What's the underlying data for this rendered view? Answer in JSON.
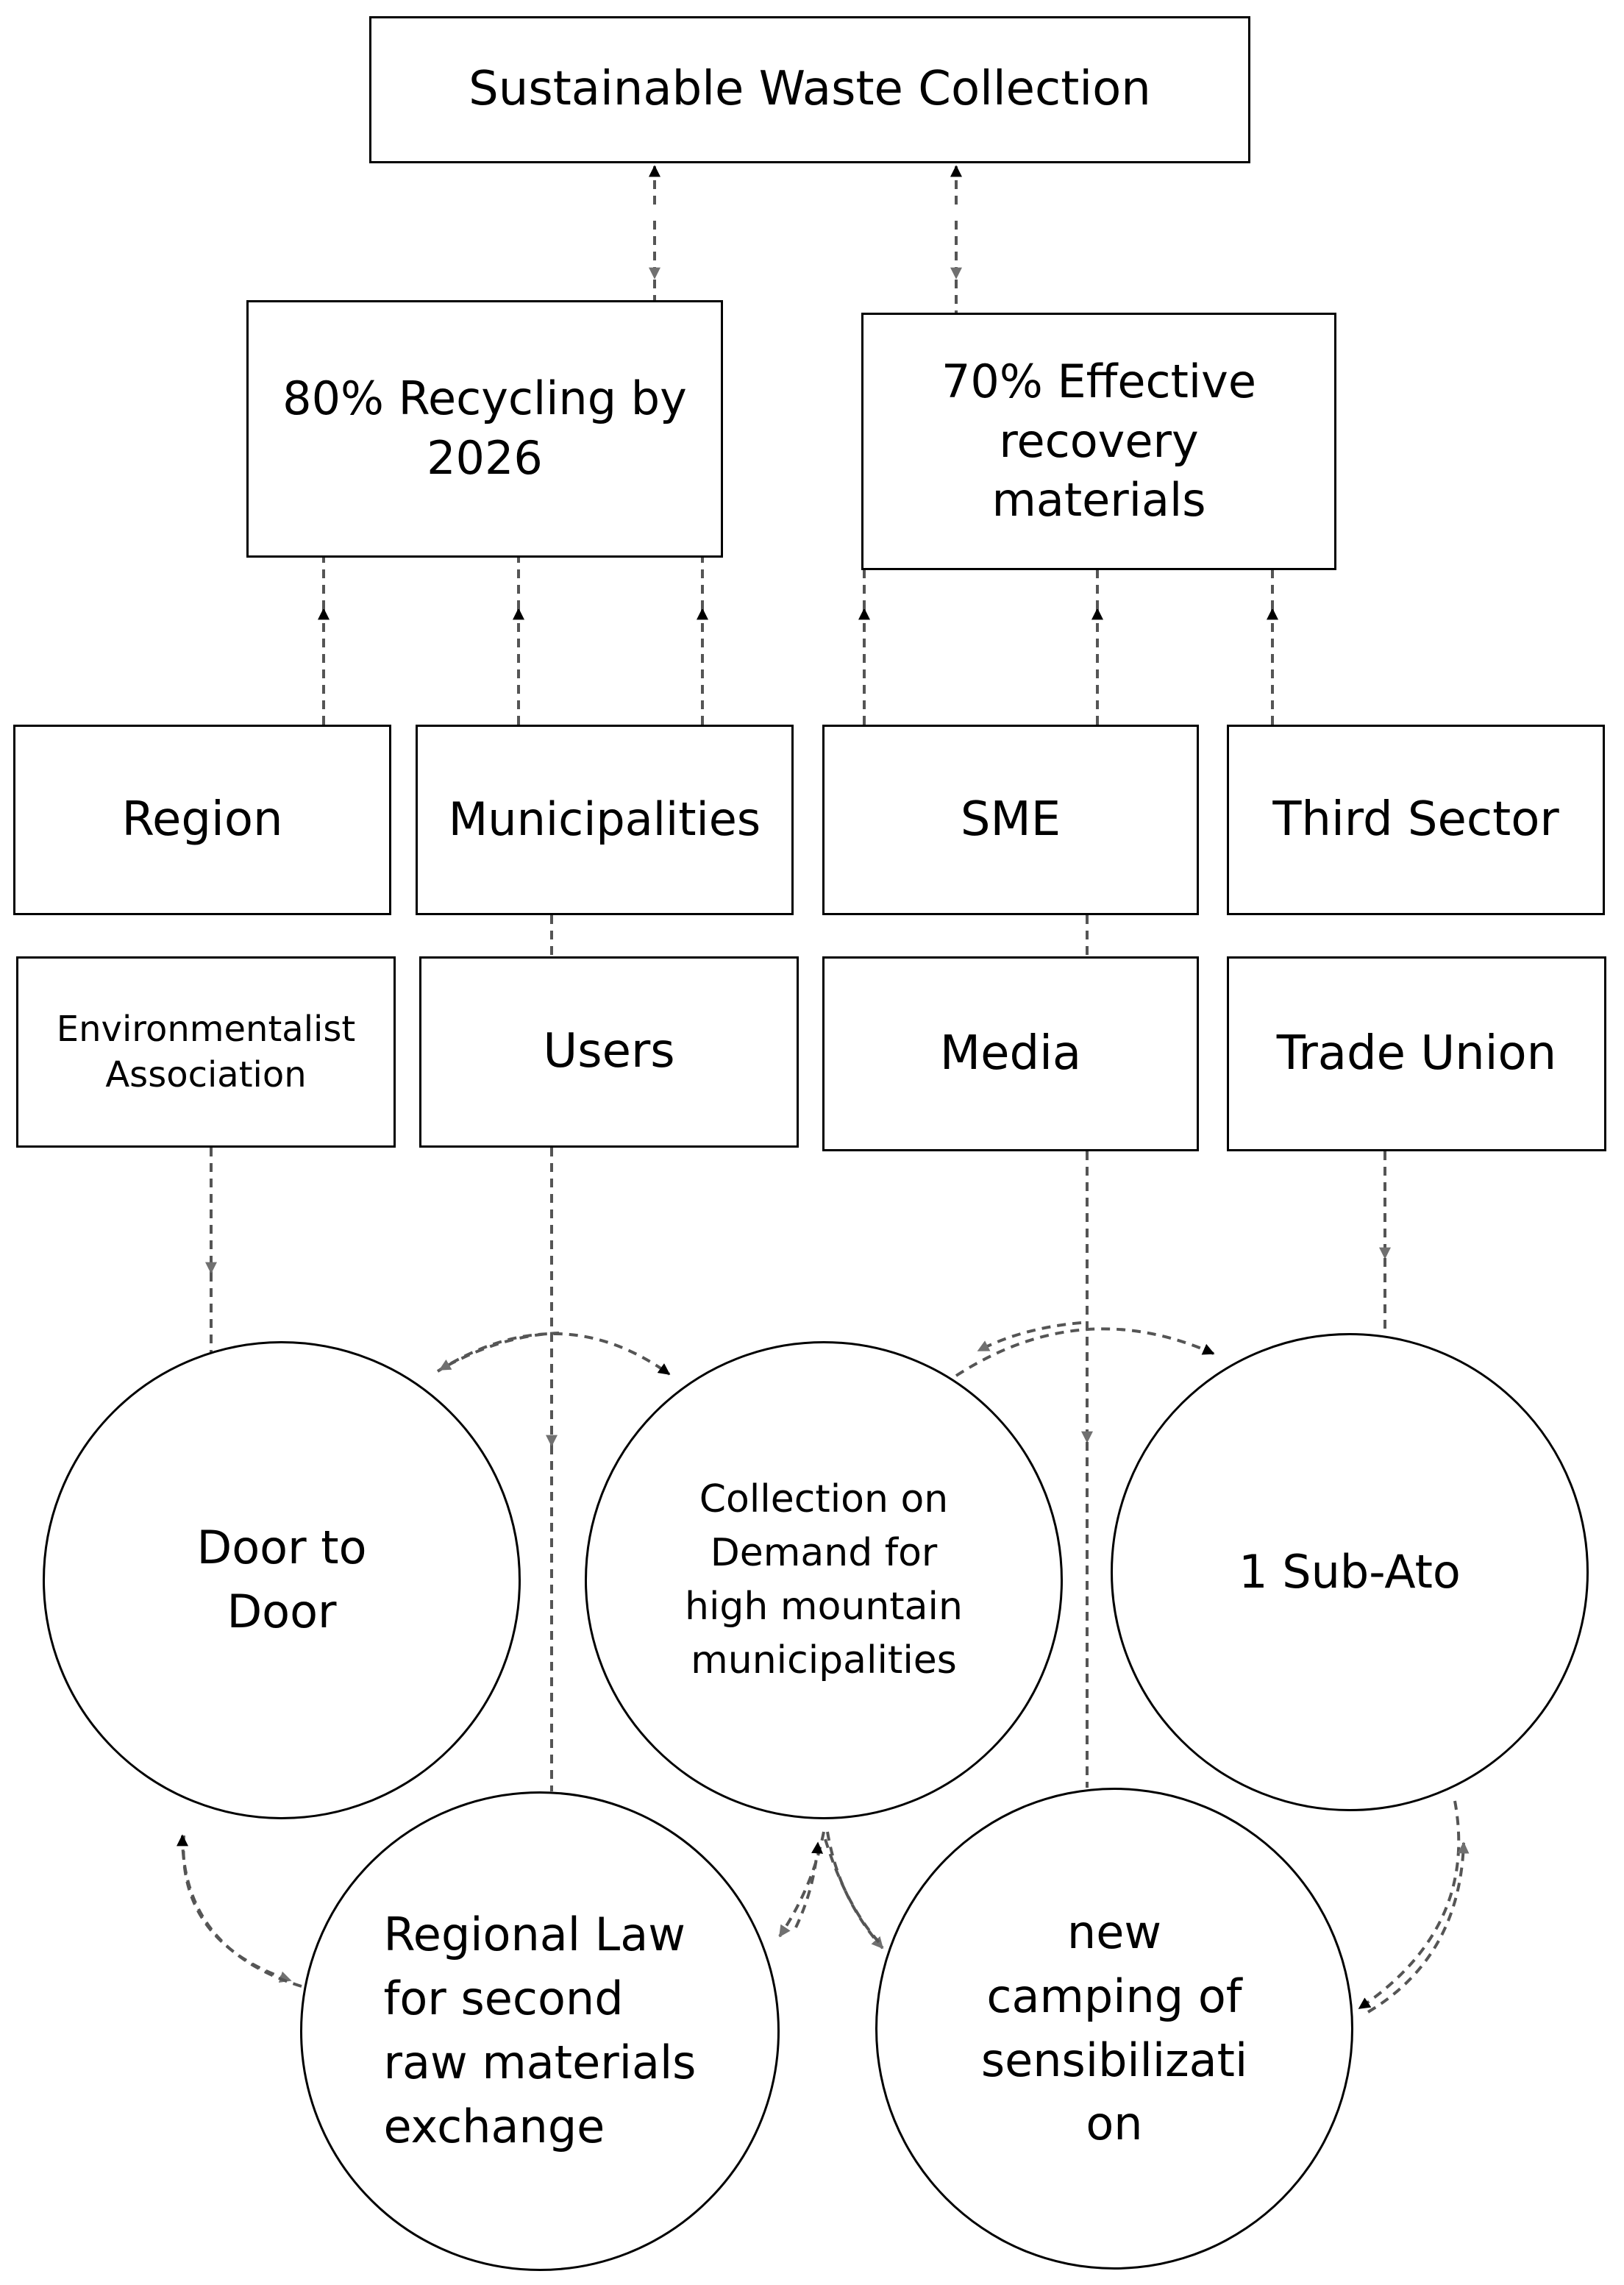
{
  "title": "Sustainable Waste Collection",
  "goals": {
    "recycling": "80% Recycling  by\n2026",
    "recovery": "70% Effective\nrecovery\nmaterials"
  },
  "actors": {
    "region": "Region",
    "municipalities": "Municipalities",
    "sme": "SME",
    "third_sector": "Third Sector",
    "environmentalist": "Environmentalist\nAssociation",
    "users": "Users",
    "media": "Media",
    "trade_union": "Trade Union"
  },
  "actions": {
    "door_to_door": "Door to\nDoor",
    "collection_on_demand": "Collection on\nDemand for\nhigh mountain\nmunicipalities",
    "sub_ato": "1 Sub-Ato",
    "regional_law": "Regional Law\nfor second\nraw materials\nexchange",
    "camping": "new\ncamping of\nsensibilizati\non"
  },
  "colors": {
    "line": "#555555",
    "arrow_dark": "#000000",
    "arrow_gray": "#707070"
  }
}
